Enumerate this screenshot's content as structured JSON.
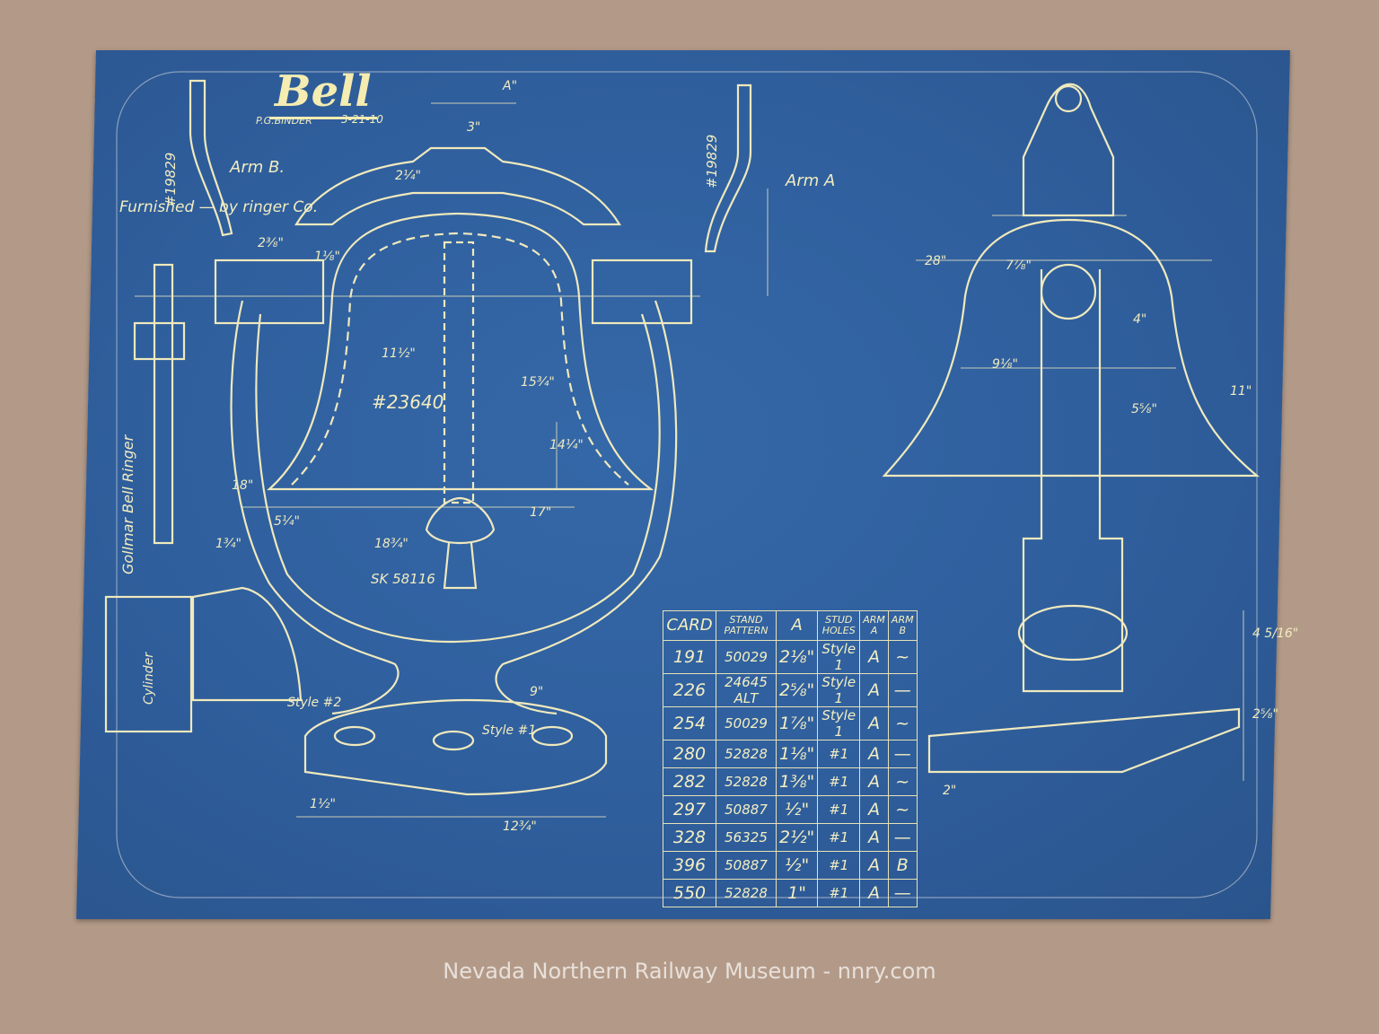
{
  "drawing": {
    "title": "Bell",
    "draftsman": "P.G.BINDER",
    "date": "3-21-10",
    "labels": {
      "arm_b": "Arm B.",
      "arm_a": "Arm A",
      "furnished": "Furnished — by ringer Co.",
      "arm_part_left": "#19829",
      "arm_part_right": "#19829",
      "bell_number": "#23640",
      "sk_number": "SK 58116",
      "ringer": "Gollmar Bell Ringer",
      "cylinder": "Cylinder",
      "style2": "Style #2",
      "style1": "Style #1"
    },
    "dimensions": [
      "A\"",
      "3\"",
      "2¼\"",
      "2⅜\"",
      "1⅛\"",
      "11½\"",
      "15¾\"",
      "14¼\"",
      "18¾\"",
      "17\"",
      "12¾\"",
      "9\"",
      "18\"",
      "5¼\"",
      "1¾\"",
      "28\"",
      "7⅞\"",
      "9⅛\"",
      "5⅝\"",
      "4\"",
      "2\"",
      "2⅝\"",
      "4 5/16\"",
      "11\"",
      "1½\""
    ]
  },
  "table": {
    "headers": [
      "CARD",
      "STAND PATTERN",
      "A",
      "STUD HOLES",
      "ARM A",
      "ARM B"
    ],
    "rows": [
      [
        "191",
        "50029",
        "2⅛\"",
        "Style 1",
        "A",
        "~"
      ],
      [
        "226",
        "24645 ALT",
        "2⅝\"",
        "Style 1",
        "A",
        "—"
      ],
      [
        "254",
        "50029",
        "1⅞\"",
        "Style 1",
        "A",
        "~"
      ],
      [
        "280",
        "52828",
        "1⅛\"",
        "#1",
        "A",
        "—"
      ],
      [
        "282",
        "52828",
        "1⅜\"",
        "#1",
        "A",
        "~"
      ],
      [
        "297",
        "50887",
        "½\"",
        "#1",
        "A",
        "~"
      ],
      [
        "328",
        "56325",
        "2½\"",
        "#1",
        "A",
        "—"
      ],
      [
        "396",
        "50887",
        "½\"",
        "#1",
        "A",
        "B"
      ],
      [
        "550",
        "52828",
        "1\"",
        "#1",
        "A",
        "—"
      ]
    ]
  },
  "caption": "Nevada Northern Railway Museum - nnry.com",
  "colors": {
    "blueprint": "#2f5e9c",
    "lines": "#f1ecc0",
    "background": "#b39a88"
  }
}
